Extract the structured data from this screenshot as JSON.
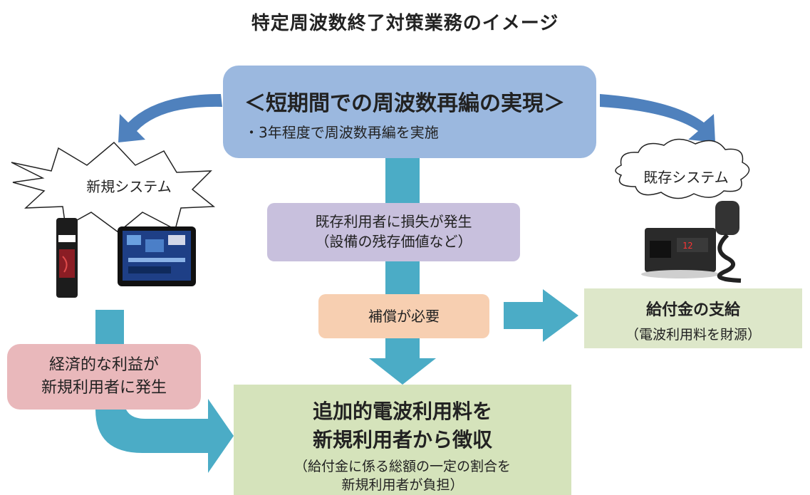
{
  "title": "特定周波数終了対策業務のイメージ",
  "top_box": {
    "heading": "＜短期間での周波数再編の実現＞",
    "sub": "・3年程度で周波数再編を実施"
  },
  "loss_box": {
    "line1": "既存利用者に損失が発生",
    "line2": "（設備の残存価値など）"
  },
  "compensation_box": {
    "text": "補償が必要"
  },
  "payment_box": {
    "title": "給付金の支給",
    "sub": "（電波利用料を財源）"
  },
  "benefit_box": {
    "line1": "経済的な利益が",
    "line2": "新規利用者に発生"
  },
  "collection_box": {
    "line1": "追加的電波利用料を",
    "line2": "新規利用者から徴収",
    "note1": "（給付金に係る総額の一定の割合を",
    "note2": "新規利用者が負担）"
  },
  "new_system": {
    "label": "新規システム"
  },
  "existing_system": {
    "label": "既存システム"
  },
  "colors": {
    "top_box": "#9bb8df",
    "loss_box": "#c8c0dd",
    "compensation_box": "#f7cfb1",
    "payment_box": "#dde7c9",
    "benefit_box": "#e9b8bb",
    "collection_box": "#d5e3bb",
    "flow_arrow": "#4bacc6",
    "curved_arrow": "#4f81bd"
  },
  "icons": [
    "starburst-shape",
    "cloud-shape",
    "usb-modem-icon",
    "tablet-icon",
    "radio-transceiver-icon",
    "microphone-icon"
  ]
}
